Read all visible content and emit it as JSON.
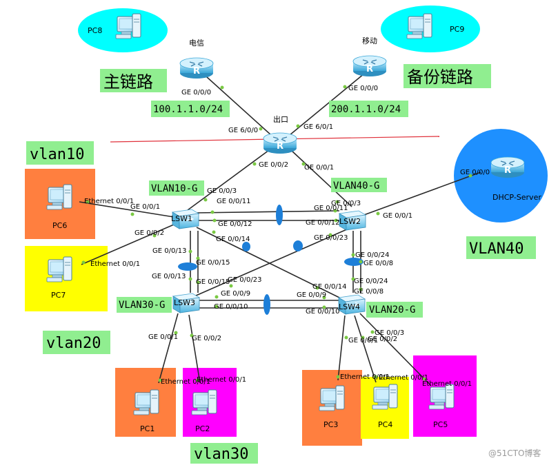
{
  "colors": {
    "label_bg": "#90ee90",
    "orange": "#ff7f3f",
    "yellow": "#ffff00",
    "magenta": "#ff00ff",
    "cyan": "#00ffff",
    "blue": "#1e90ff",
    "red_line": "#e0303a",
    "port_dot": "#7ac943"
  },
  "titles": {
    "main_link": "主链路",
    "backup_link": "备份链路",
    "vlan10": "vlan10",
    "vlan20": "vlan20",
    "vlan30": "vlan30",
    "vlan40": "VLAN40"
  },
  "networks": {
    "telecom_net": "100.1.1.0/24",
    "mobile_net": "200.1.1.0/24"
  },
  "groups": {
    "vlan10_g": "VLAN10-G",
    "vlan40_g": "VLAN40-G",
    "vlan30_g": "VLAN30-G",
    "vlan20_g": "VLAN20-G"
  },
  "devices": {
    "pc8": "PC8",
    "pc9": "PC9",
    "telecom": "电信",
    "mobile": "移动",
    "exit": "出口",
    "dhcp": "DHCP-Server",
    "lsw1": "LSW1",
    "lsw2": "LSW2",
    "lsw3": "LSW3",
    "lsw4": "LSW4",
    "pc1": "PC1",
    "pc2": "PC2",
    "pc3": "PC3",
    "pc4": "PC4",
    "pc5": "PC5",
    "pc6": "PC6",
    "pc7": "PC7"
  },
  "ports": {
    "telecom_ge000": "GE 0/0/0",
    "mobile_ge000": "GE 0/0/0",
    "exit_ge600": "GE 6/0/0",
    "exit_ge601": "GE 6/0/1",
    "exit_ge002": "GE 0/0/2",
    "exit_ge001": "GE 0/0/1",
    "dhcp_ge000": "GE 0/0/0",
    "lsw1_ge003": "GE 0/0/3",
    "lsw1_ge0011": "GE 0/0/11",
    "lsw1_ge001": "GE 0/0/1",
    "lsw1_ge0012": "GE 0/0/12",
    "lsw1_ge002": "GE 0/0/2",
    "lsw1_ge0014": "GE 0/0/14",
    "lsw1_ge0013": "GE 0/0/13",
    "lsw1_ge0015": "GE 0/0/15",
    "lsw2_ge003": "GE 0/0/3",
    "lsw2_ge0011": "GE 0/0/11",
    "lsw2_ge0012": "GE 0/0/12",
    "lsw2_ge001": "GE 0/0/1",
    "lsw2_ge0023": "GE 0/0/23",
    "lsw2_ge0024": "GE 0/0/24",
    "lsw2_ge008": "GE 0/0/8",
    "lsw3_ge0013": "GE 0/0/13",
    "lsw3_ge0015": "GE 0/0/15",
    "lsw3_ge0023": "GE 0/0/23",
    "lsw3_ge009": "GE 0/0/9",
    "lsw3_ge0010": "GE 0/0/10",
    "lsw3_ge001": "GE 0/0/1",
    "lsw3_ge002": "GE 0/0/2",
    "lsw4_ge0024": "GE 0/0/24",
    "lsw4_ge008": "GE 0/0/8",
    "lsw4_ge0014": "GE 0/0/14",
    "lsw4_ge009": "GE 0/0/9",
    "lsw4_ge0010": "GE 0/0/10",
    "lsw4_ge003": "GE 0/0/3",
    "lsw4_ge002": "GE 0/0/2",
    "lsw4_ge001": "GE 0/0/1",
    "pc6_eth": "Ethernet 0/0/1",
    "pc7_eth": "Ethernet 0/0/1",
    "pc1_eth": "Ethernet 0/0/1",
    "pc2_eth": "Ethernet 0/0/1",
    "pc3_eth": "Ethernet 0/0/1",
    "pc4_eth": "Ethernet 0/0/1",
    "pc5_eth": "Ethernet 0/0/1"
  },
  "watermark": "@51CTO博客"
}
